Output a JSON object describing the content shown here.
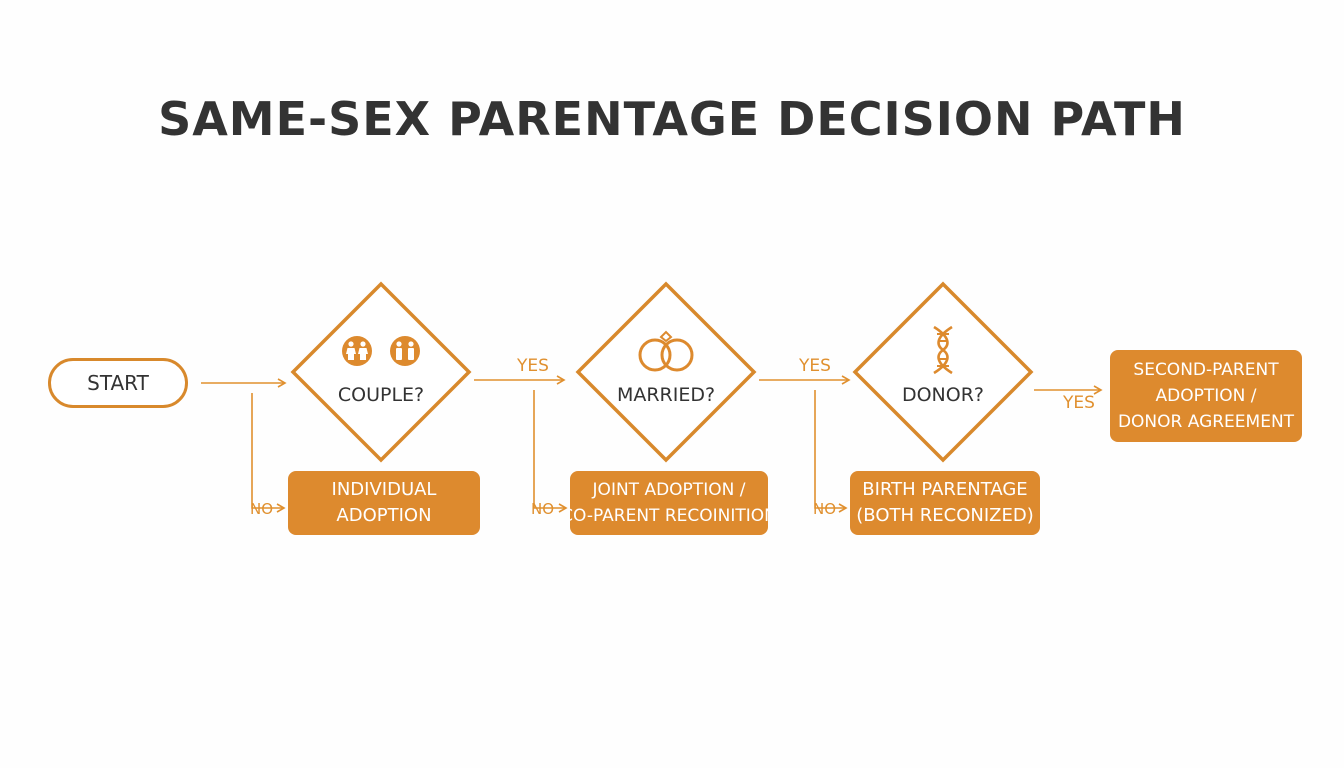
{
  "title": "SAME-SEX PARENTAGE DECISION PATH",
  "colors": {
    "accent": "#dd8a2e",
    "stroke": "#d8892c",
    "text": "#333333",
    "background": "#fefefe"
  },
  "start": {
    "label": "START"
  },
  "decisions": [
    {
      "label": "COUPLE?",
      "icon": "couple-icon"
    },
    {
      "label": "MARRIED?",
      "icon": "rings-icon"
    },
    {
      "label": "DONOR?",
      "icon": "dna-icon"
    }
  ],
  "outcomes": {
    "individual": [
      "INDIVIDUAL",
      "ADOPTION"
    ],
    "joint": [
      "JOINT ADOPTION /",
      "CO-PARENT RECOINITION"
    ],
    "birth": [
      "BIRTH PARENTAGE",
      "(BOTH RECONIZED)"
    ],
    "second_parent": [
      "SECOND-PARENT",
      "ADOPTION /",
      "DONOR AGREEMENT"
    ]
  },
  "edge_labels": {
    "yes": "YES",
    "no": "NO"
  }
}
